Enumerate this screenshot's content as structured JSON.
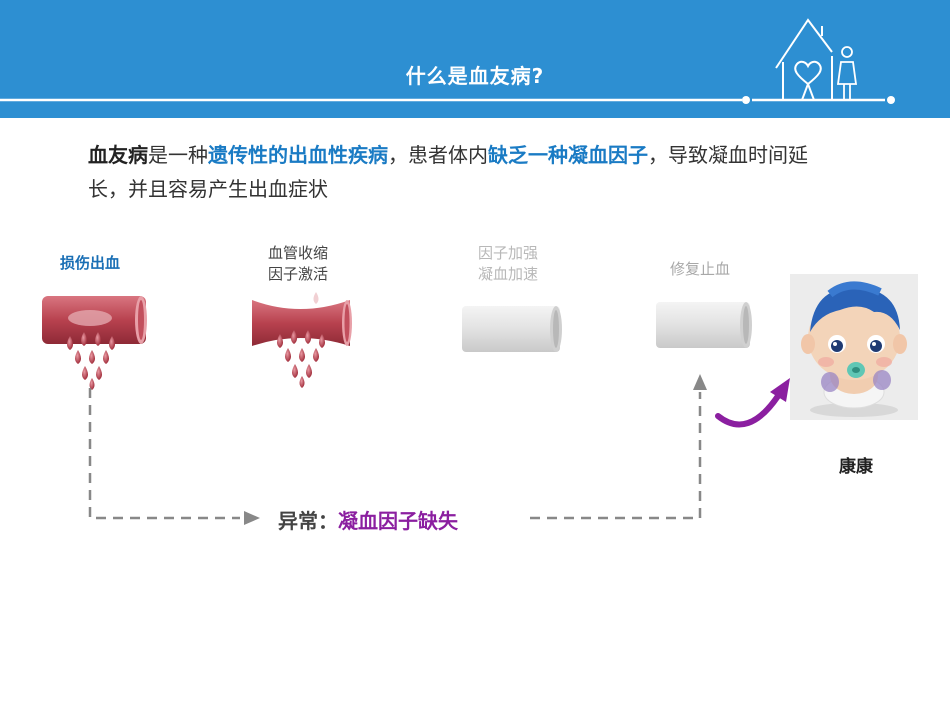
{
  "header": {
    "title": "什么是血友病?",
    "bg_color": "#2d8fd2"
  },
  "intro": {
    "part1": "血友病",
    "part2": "是一种",
    "part3": "遗传性的出血性疾病",
    "part4": "，患者体内",
    "part5": "缺乏一种凝血因子",
    "part6": "，导致凝血时间延长，并且容易产生出血症状"
  },
  "steps": [
    {
      "line1": "损伤出血",
      "line2": ""
    },
    {
      "line1": "血管收缩",
      "line2": "因子激活"
    },
    {
      "line1": "因子加强",
      "line2": "凝血加速"
    },
    {
      "line1": "修复止血",
      "line2": ""
    }
  ],
  "abnormal": {
    "prefix": "异常：",
    "highlight": "凝血因子缺失"
  },
  "baby": {
    "name": "康康"
  },
  "colors": {
    "accent_blue": "#1a7bc4",
    "purple": "#8b1fa0",
    "vessel_red": "#b8424f"
  }
}
